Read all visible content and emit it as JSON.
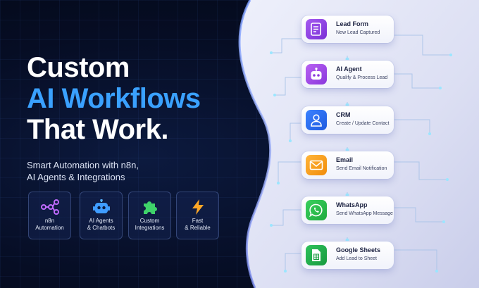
{
  "headline": {
    "line1": "Custom",
    "line2": "AI Workflows",
    "line3": "That Work."
  },
  "subtitle": {
    "line1": "Smart Automation with n8n,",
    "line2": "AI Agents & Integrations"
  },
  "features": [
    {
      "icon": "n8n-nodes-icon",
      "line1": "n8n",
      "line2": "Automation"
    },
    {
      "icon": "robot-icon",
      "line1": "AI Agents",
      "line2": "& Chatbots"
    },
    {
      "icon": "puzzle-icon",
      "line1": "Custom",
      "line2": "Integrations"
    },
    {
      "icon": "lightning-icon",
      "line1": "Fast",
      "line2": "& Reliable"
    }
  ],
  "workflow": [
    {
      "icon": "form-document-icon",
      "color": "#8b3fe0",
      "title": "Lead Form",
      "subtitle": "New Lead Captured"
    },
    {
      "icon": "robot-icon",
      "color": "#a14be6",
      "title": "AI Agent",
      "subtitle": "Qualify & Process Lead"
    },
    {
      "icon": "user-icon",
      "color": "#2f6ff0",
      "title": "CRM",
      "subtitle": "Create / Update Contact"
    },
    {
      "icon": "envelope-icon",
      "color": "#f7a11a",
      "title": "Email",
      "subtitle": "Send Email Notification"
    },
    {
      "icon": "whatsapp-icon",
      "color": "#25c14a",
      "title": "WhatsApp",
      "subtitle": "Send WhatsApp Message"
    },
    {
      "icon": "sheet-icon",
      "color": "#1fae4b",
      "title": "Google Sheets",
      "subtitle": "Add Lead to Sheet"
    }
  ]
}
